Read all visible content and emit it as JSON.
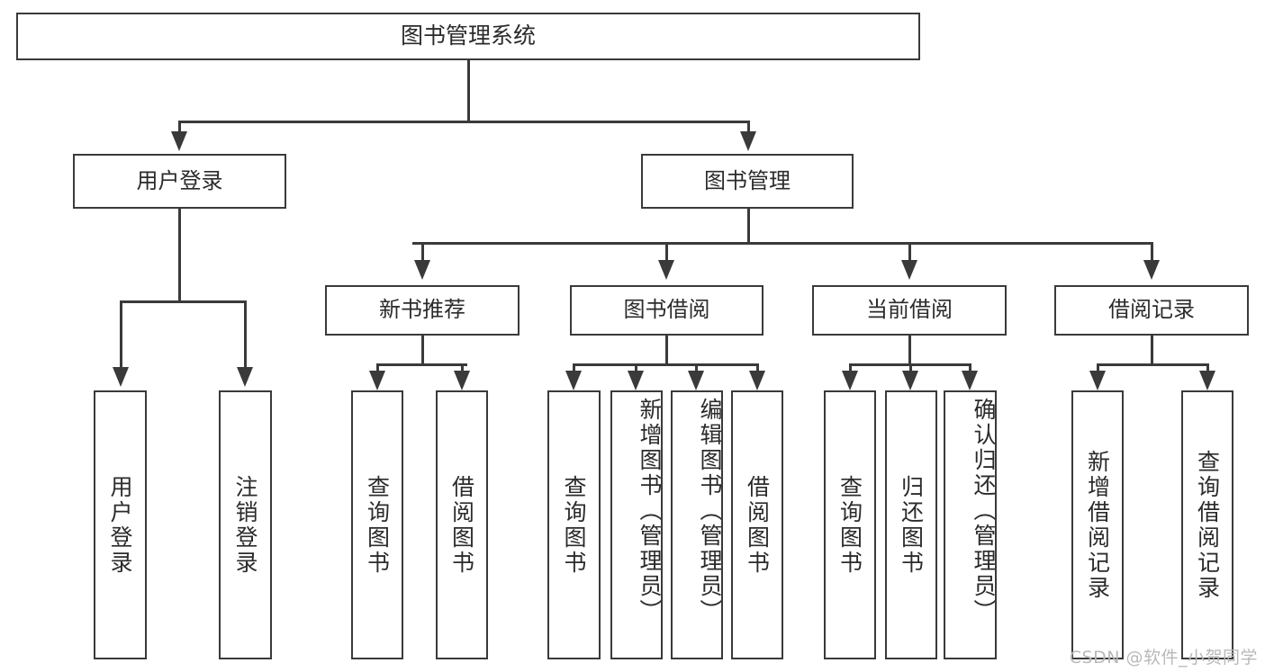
{
  "diagram": {
    "type": "tree-hierarchy",
    "title": "图书管理系统",
    "watermark": "CSDN @软件_小贺同学",
    "colors": {
      "stroke": "#3a3a3a",
      "fill": "#ffffff",
      "text": "#2b2b2b",
      "watermark": "#b9b9b9"
    },
    "root": {
      "label": "图书管理系统"
    },
    "level2": [
      {
        "label": "用户登录"
      },
      {
        "label": "图书管理"
      }
    ],
    "level3": [
      {
        "label": "新书推荐"
      },
      {
        "label": "图书借阅"
      },
      {
        "label": "当前借阅"
      },
      {
        "label": "借阅记录"
      }
    ],
    "leaves": {
      "user_login": [
        {
          "label": "用户登录"
        },
        {
          "label": "注销登录"
        }
      ],
      "new_book_recommend": [
        {
          "label": "查询图书"
        },
        {
          "label": "借阅图书"
        }
      ],
      "book_borrow": [
        {
          "label": "查询图书"
        },
        {
          "label": "新增图书（管理员）"
        },
        {
          "label": "编辑图书（管理员）"
        },
        {
          "label": "借阅图书"
        }
      ],
      "current_borrow": [
        {
          "label": "查询图书"
        },
        {
          "label": "归还图书"
        },
        {
          "label": "确认归还（管理员）"
        }
      ],
      "borrow_record": [
        {
          "label": "新增借阅记录"
        },
        {
          "label": "查询借阅记录"
        }
      ]
    }
  }
}
